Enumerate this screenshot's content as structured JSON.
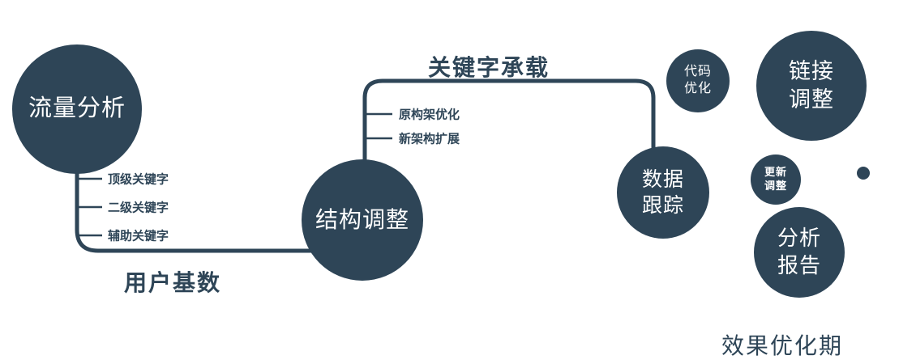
{
  "diagram": {
    "nodes": {
      "traffic_analysis": {
        "label": "流量分析"
      },
      "structure_adjustment": {
        "label": "结构调整"
      },
      "data_tracking": {
        "line1": "数据",
        "line2": "跟踪"
      },
      "code_optimization": {
        "line1": "代码",
        "line2": "优化"
      },
      "link_adjustment": {
        "line1": "链接",
        "line2": "调整"
      },
      "update_adjustment": {
        "line1": "更新",
        "line2": "调整"
      },
      "analysis_report": {
        "line1": "分析",
        "line2": "报告"
      }
    },
    "branch_labels": {
      "traffic": [
        "顶级关键字",
        "二级关键字",
        "辅助关键字"
      ],
      "structure": [
        "原构架优化",
        "新架构扩展"
      ]
    },
    "edge_labels": {
      "user_base": "用户基数",
      "keyword_bearing": "关键字承载"
    },
    "footer": {
      "label": "效果优化期"
    },
    "colors": {
      "primary": "#2e4557",
      "background": "#ffffff",
      "text_on_circle": "#ffffff"
    }
  }
}
